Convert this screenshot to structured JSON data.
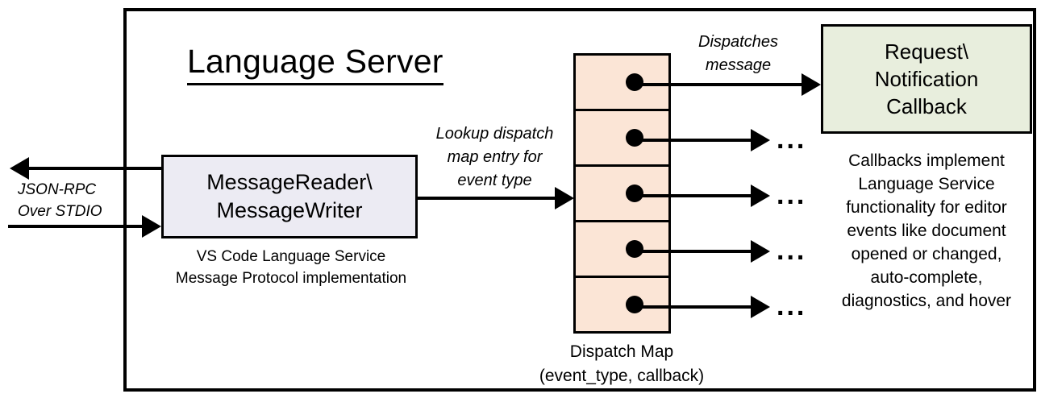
{
  "diagram": {
    "title": "Language Server",
    "frame_label": "language-server-boundary"
  },
  "nodes": {
    "reader_writer": {
      "label": "MessageReader\\\nMessageWriter",
      "caption": "VS Code Language Service\nMessage Protocol implementation",
      "fill": "#ecebf3",
      "stroke": "#000000"
    },
    "dispatch_map": {
      "caption": "Dispatch Map\n(event_type, callback)",
      "fill": "#fbe5d6",
      "stroke": "#000000",
      "row_count": 5,
      "rows": [
        {
          "index": 1,
          "dot": true,
          "outgoing": "callback-box"
        },
        {
          "index": 2,
          "dot": true,
          "outgoing": "ellipsis"
        },
        {
          "index": 3,
          "dot": true,
          "outgoing": "ellipsis"
        },
        {
          "index": 4,
          "dot": true,
          "outgoing": "ellipsis"
        },
        {
          "index": 5,
          "dot": true,
          "outgoing": "ellipsis"
        }
      ]
    },
    "callback": {
      "label": "Request\\\nNotification\nCallback",
      "caption": "Callbacks implement\nLanguage Service\nfunctionality for editor\nevents like document\nopened or changed,\nauto-complete,\ndiagnostics, and hover",
      "fill": "#e8eedd",
      "stroke": "#000000"
    }
  },
  "edges": {
    "jsonrpc": {
      "label": "JSON-RPC\nOver STDIO",
      "direction": "bidirectional"
    },
    "lookup": {
      "label": "Lookup dispatch\nmap entry for\nevent type",
      "direction": "right"
    },
    "dispatches": {
      "label": "Dispatches\nmessage",
      "direction": "right"
    },
    "ellipsis_marker": "..."
  }
}
